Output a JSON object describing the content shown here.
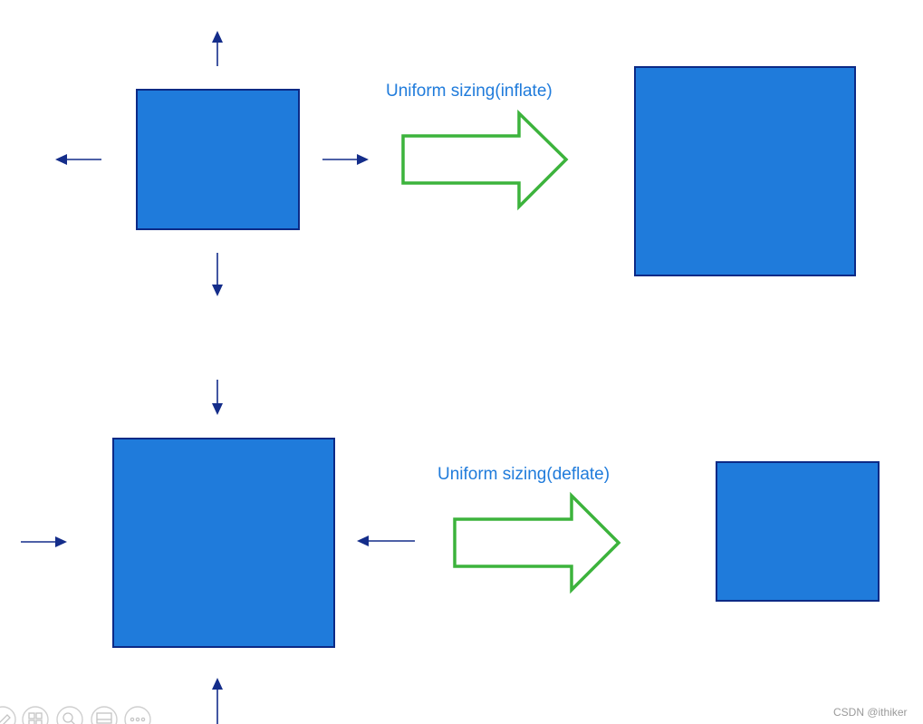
{
  "diagram": {
    "inflate_caption": "Uniform sizing(inflate)",
    "deflate_caption": "Uniform sizing(deflate)"
  },
  "footer": {
    "watermark": "CSDN @ithiker"
  },
  "toolbar": {
    "icons": [
      "edit-icon",
      "grid-icon",
      "zoom-icon",
      "screen-icon",
      "more-icon"
    ]
  },
  "colors": {
    "box_fill": "#1f7bdb",
    "box_border": "#0c2a86",
    "arrow_dark": "#142d8a",
    "block_arrow_stroke": "#3cb33c",
    "caption_text": "#1f7bdb"
  }
}
